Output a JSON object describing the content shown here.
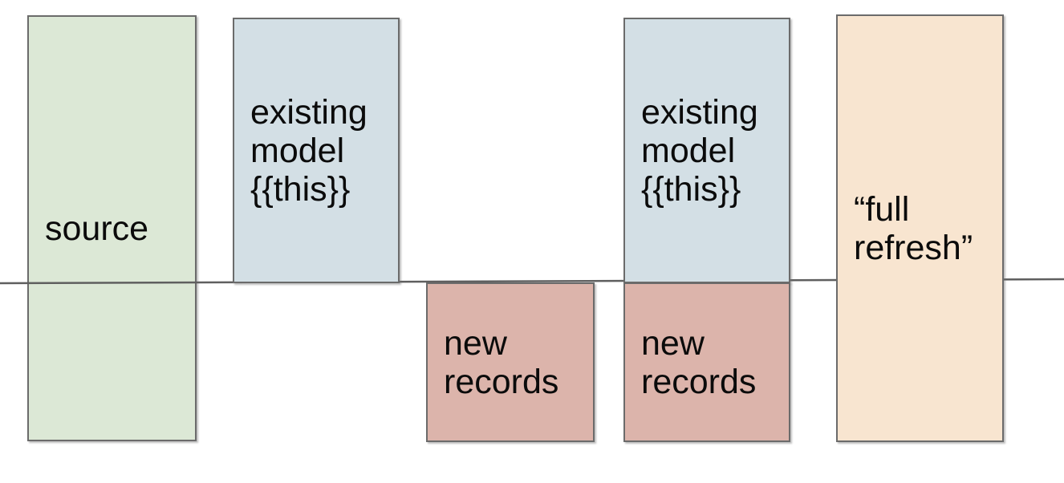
{
  "diagram": {
    "description": "incremental model materialization diagram",
    "colors": {
      "page_background": "#ffffff",
      "box_border": "#6b6b6b",
      "divider_line": "#5f5f5f",
      "text": "#0b0b0b",
      "source_fill": "#dce8d6",
      "existing_model_fill": "#d3dfe5",
      "new_records_fill": "#dcb4ab",
      "full_refresh_fill": "#f8e5d0"
    },
    "boxes": [
      {
        "id": "source",
        "label": "source",
        "fill": "#dce8d6"
      },
      {
        "id": "existing-model-1",
        "label": "existing model {{this}}",
        "fill": "#d3dfe5"
      },
      {
        "id": "new-records-1",
        "label": "new records",
        "fill": "#dcb4ab"
      },
      {
        "id": "existing-model-2",
        "label": "existing model {{this}}",
        "fill": "#d3dfe5"
      },
      {
        "id": "new-records-2",
        "label": "new records",
        "fill": "#dcb4ab"
      },
      {
        "id": "full-refresh",
        "label": "“full refresh”",
        "fill": "#f8e5d0"
      }
    ]
  }
}
